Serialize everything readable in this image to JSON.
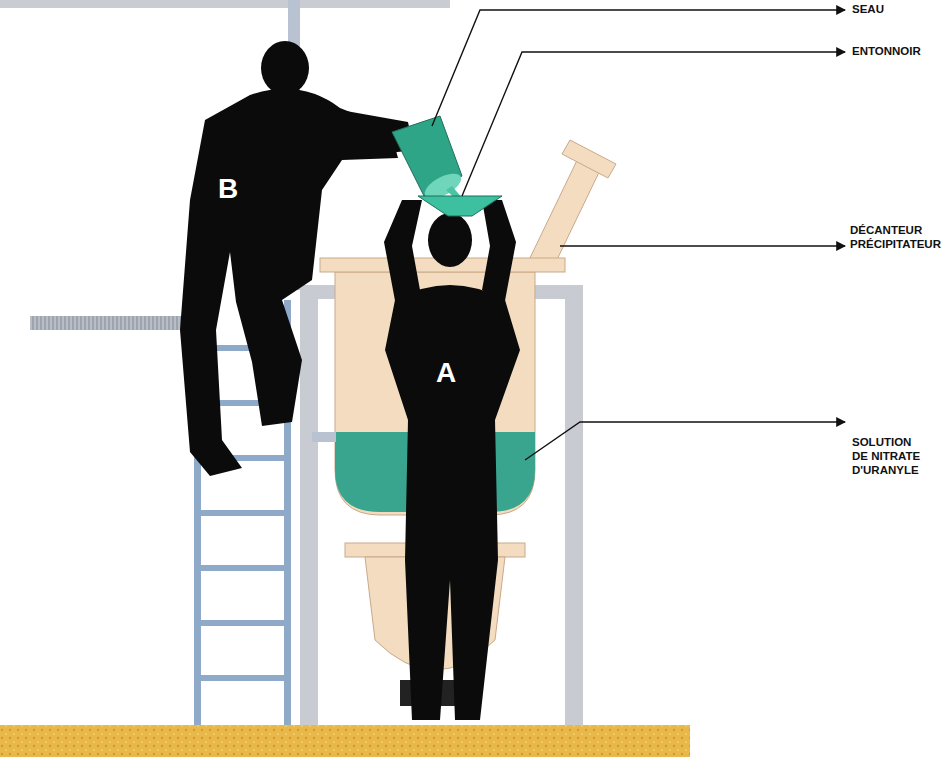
{
  "diagram": {
    "labels": [
      "SEAU",
      "ENTONNOIR",
      "DÉCANTEUR PRÉCIPITATEUR",
      "SOLUTION DE NITRATE D'URANYLE",
      "B",
      "A"
    ]
  }
}
